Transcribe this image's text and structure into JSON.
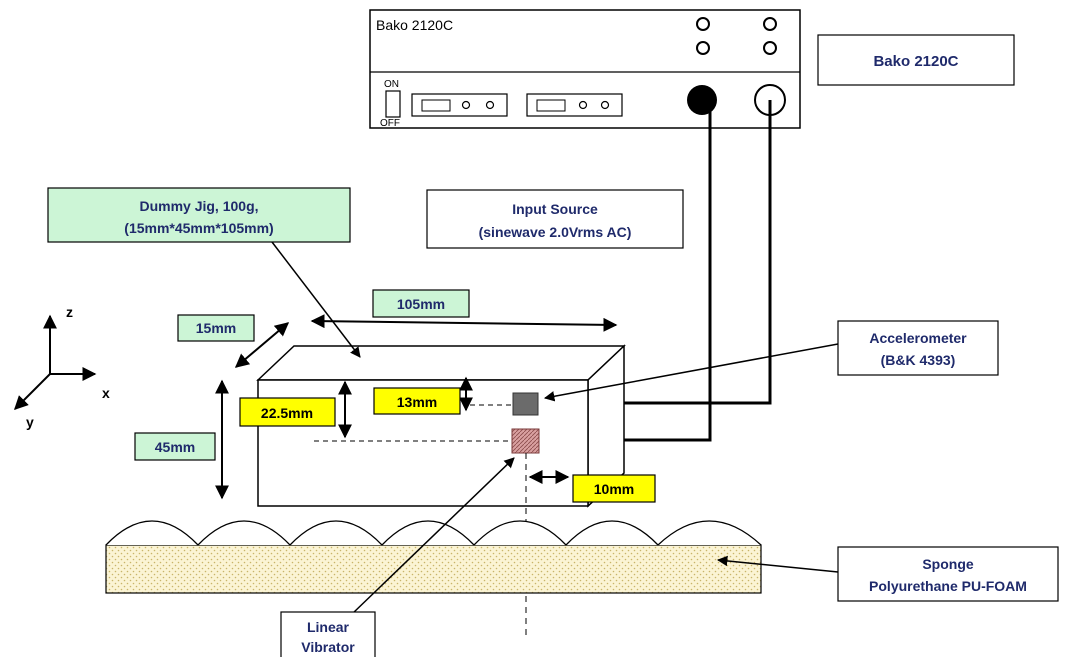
{
  "device": {
    "model_text": "Bako 2120C",
    "label_box": "Bako 2120C",
    "switch_on": "ON",
    "switch_off": "OFF"
  },
  "labels": {
    "dummy_jig_line1": "Dummy Jig, 100g,",
    "dummy_jig_line2": "(15mm*45mm*105mm)",
    "input_source_line1": "Input Source",
    "input_source_line2": "(sinewave 2.0Vrms AC)",
    "accelerometer_line1": "Accelerometer",
    "accelerometer_line2": "(B&K 4393)",
    "sponge_line1": "Sponge",
    "sponge_line2": "Polyurethane PU-FOAM",
    "linear_vibrator_line1": "Linear",
    "linear_vibrator_line2": "Vibrator"
  },
  "dimensions": {
    "length": "105mm",
    "width": "15mm",
    "height": "45mm",
    "half_height": "22.5mm",
    "accel_offset": "13mm",
    "side_offset": "10mm"
  },
  "axes": {
    "z": "z",
    "x": "x",
    "y": "y"
  },
  "colors": {
    "green_box": "#ccf5d6",
    "yellow_box": "#ffff00",
    "label_text": "#1f2a6b",
    "accelerometer": "#666666",
    "vibrator": "#c98a8a",
    "sponge_fill": "#fbf4d4"
  }
}
